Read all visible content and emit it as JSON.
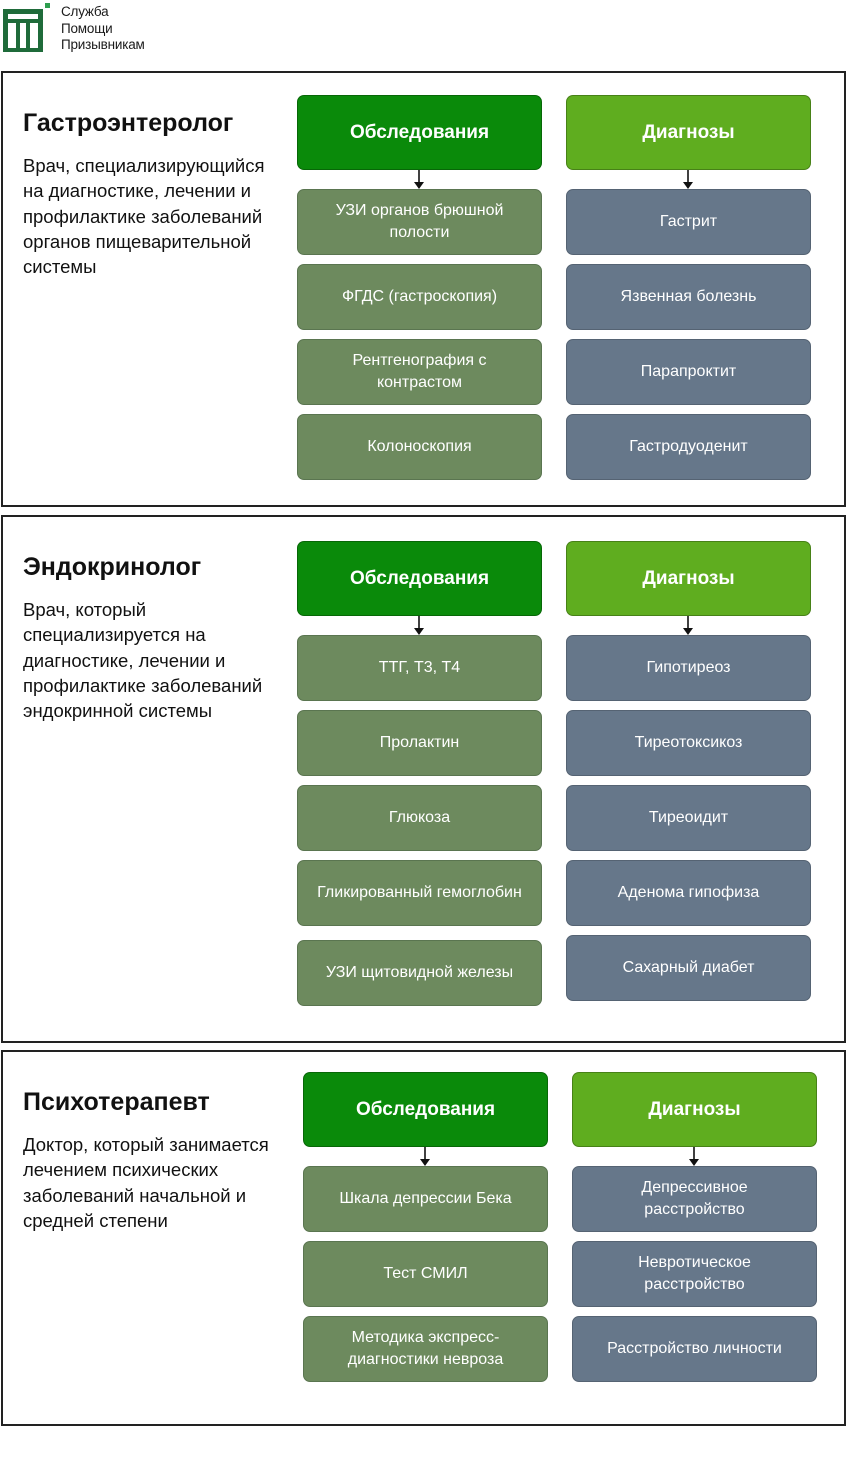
{
  "logo": {
    "icon": "service-logo-icon",
    "lines": [
      "Служба",
      "Помощи",
      "Призывникам"
    ]
  },
  "colors": {
    "exam_header": "#0a8a0a",
    "diag_header": "#5fad1f",
    "exam_item": "#6d8a5e",
    "diag_item": "#66778a",
    "border": "#222222"
  },
  "sections": [
    {
      "title": "Гастроэнтеролог",
      "description": "Врач, специализирующийся на диагностике, лечении и профилактике заболеваний органов пищеварительной системы",
      "exam_header": "Обследования",
      "diag_header": "Диагнозы",
      "exams": [
        "УЗИ органов брюшной полости",
        "ФГДС (гастроскопия)",
        "Рентгенография с контрастом",
        "Колоноскопия"
      ],
      "diagnoses": [
        "Гастрит",
        "Язвенная болезнь",
        "Парапроктит",
        "Гастродуоденит"
      ]
    },
    {
      "title": "Эндокринолог",
      "description": "Врач, который специализируется на диагностике, лечении и профилактике заболеваний эндокринной системы",
      "exam_header": "Обследования",
      "diag_header": "Диагнозы",
      "exams": [
        "ТТГ, Т3, Т4",
        "Пролактин",
        "Глюкоза",
        "Гликированный гемоглобин",
        "УЗИ щитовидной железы"
      ],
      "diagnoses": [
        "Гипотиреоз",
        "Тиреотоксикоз",
        "Тиреоидит",
        "Аденома гипофиза",
        "Сахарный диабет"
      ]
    },
    {
      "title": "Психотерапевт",
      "description": "Доктор, который занимается лечением психических заболеваний начальной и средней степени",
      "exam_header": "Обследования",
      "diag_header": "Диагнозы",
      "exams": [
        "Шкала депрессии Бека",
        "Тест СМИЛ",
        "Методика экспресс-диагностики невроза"
      ],
      "diagnoses": [
        "Депрессивное расстройство",
        "Невротическое расстройство",
        "Расстройство личности"
      ]
    }
  ]
}
